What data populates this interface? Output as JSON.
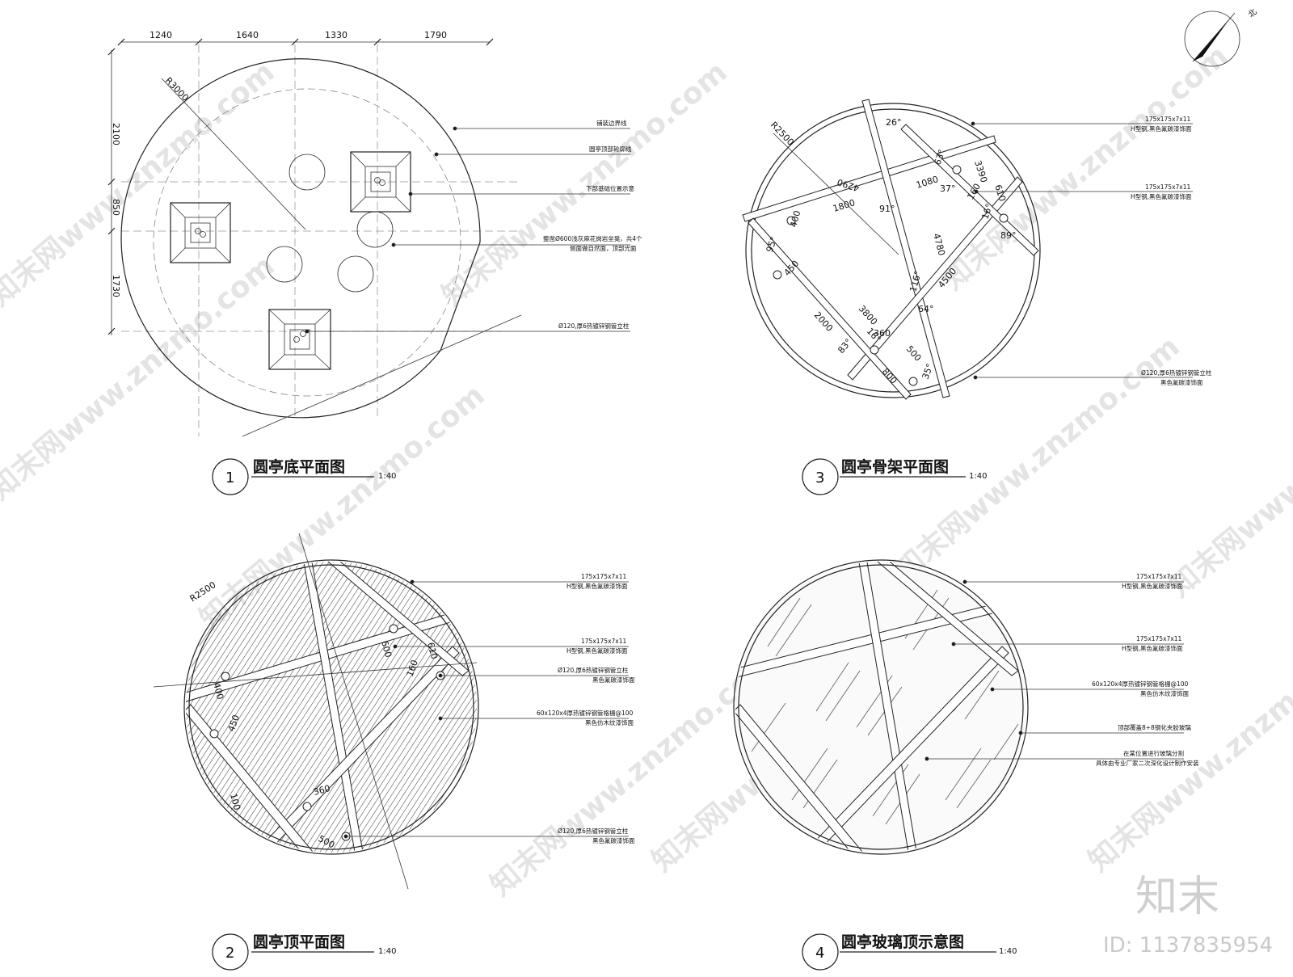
{
  "plan1": {
    "number": "1",
    "title": "圆亭底平面图",
    "scale": "1:40",
    "radius": "R3000",
    "dims_top": [
      "1240",
      "1640",
      "1330",
      "1790"
    ],
    "dims_left": [
      "2100",
      "850",
      "1730"
    ],
    "notes": [
      "铺装边界线",
      "圆亭顶部轮廓线",
      "下部基础位置示意",
      "整凿Ø600浅灰麻花岗岩坐凳，共4个",
      "侧面做自然面，顶部光面",
      "Ø120,厚6热镀锌钢管立柱"
    ]
  },
  "plan2": {
    "number": "2",
    "title": "圆亭顶平面图",
    "scale": "1:40",
    "radius": "R2500",
    "dims": [
      "600",
      "610",
      "160",
      "400",
      "450",
      "100",
      "360",
      "500"
    ],
    "notes": [
      "175x175x7x11",
      "H型钢,黑色氟碳漆饰面",
      "175x175x7x11",
      "H型钢,黑色氟碳漆饰面",
      "Ø120,厚6热镀锌钢管立柱",
      "黑色氟碳漆饰面",
      "60x120x4厚热镀锌钢管格栅@100",
      "黑色仿木纹漆饰面",
      "Ø120,厚6热镀锌钢管立柱",
      "黑色氟碳漆饰面"
    ]
  },
  "plan3": {
    "number": "3",
    "title": "圆亭骨架平面图",
    "scale": "1:40",
    "radius": "R2500",
    "dims": [
      "4290",
      "1800",
      "1080",
      "3390",
      "610",
      "160",
      "4780",
      "3800",
      "2000",
      "4500",
      "500",
      "800",
      "400",
      "450",
      "360"
    ],
    "angles": [
      "26°",
      "63°",
      "37°",
      "16°",
      "89°",
      "91°",
      "116°",
      "64°",
      "16°",
      "83°",
      "35°",
      "95°"
    ],
    "notes": [
      "175x175x7x11",
      "H型钢,黑色氟碳漆饰面",
      "175x175x7x11",
      "H型钢,黑色氟碳漆饰面",
      "Ø120,厚6热镀锌钢管立柱",
      "黑色氟碳漆饰面"
    ]
  },
  "plan4": {
    "number": "4",
    "title": "圆亭玻璃顶示意图",
    "scale": "1:40",
    "notes": [
      "175x175x7x11",
      "H型钢,黑色氟碳漆饰面",
      "175x175x7x11",
      "H型钢,黑色氟碳漆饰面",
      "60x120x4厚热镀锌钢管格栅@100",
      "黑色仿木纹漆饰面",
      "顶部覆盖8+8钢化夹胶玻璃",
      "在某位置进行玻璃分割",
      "具体由专业厂家二次深化设计制作安装"
    ]
  },
  "north": "北",
  "watermark": "知末网www.znzmo.com",
  "logo": "知末",
  "logo_id": "ID: 1137835954"
}
